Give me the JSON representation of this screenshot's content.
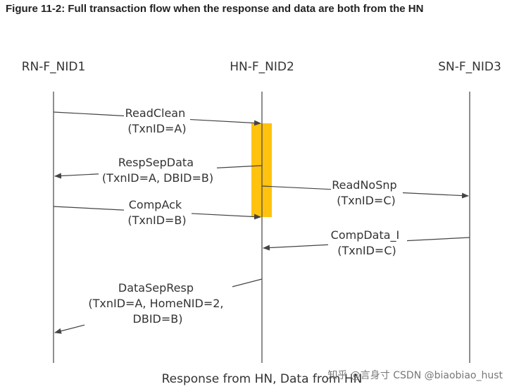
{
  "title": "Figure 11-2: Full transaction flow when the response and data are both from the HN",
  "nodes": [
    {
      "id": "rn",
      "label": "RN-F_NID1"
    },
    {
      "id": "hn",
      "label": "HN-F_NID2"
    },
    {
      "id": "sn",
      "label": "SN-F_NID3"
    }
  ],
  "messages": [
    {
      "id": "readclean",
      "lines": [
        "ReadClean",
        "(TxnID=A)"
      ]
    },
    {
      "id": "respsepdata",
      "lines": [
        "RespSepData",
        "(TxnID=A, DBID=B)"
      ]
    },
    {
      "id": "readnosnp",
      "lines": [
        "ReadNoSnp",
        "(TxnID=C)"
      ]
    },
    {
      "id": "compack",
      "lines": [
        "CompAck",
        "(TxnID=B)"
      ]
    },
    {
      "id": "compdata",
      "lines": [
        "CompData_I",
        "(TxnID=C)"
      ]
    },
    {
      "id": "datasepresp",
      "lines": [
        "DataSepResp",
        "(TxnID=A, HomeNID=2,",
        "DBID=B)"
      ]
    }
  ],
  "caption": "Response from HN, Data from HN",
  "watermark": "知乎 @言身寸 CSDN @biaobiao_hust",
  "colors": {
    "activation": "#FFC20E",
    "line": "#444444"
  }
}
